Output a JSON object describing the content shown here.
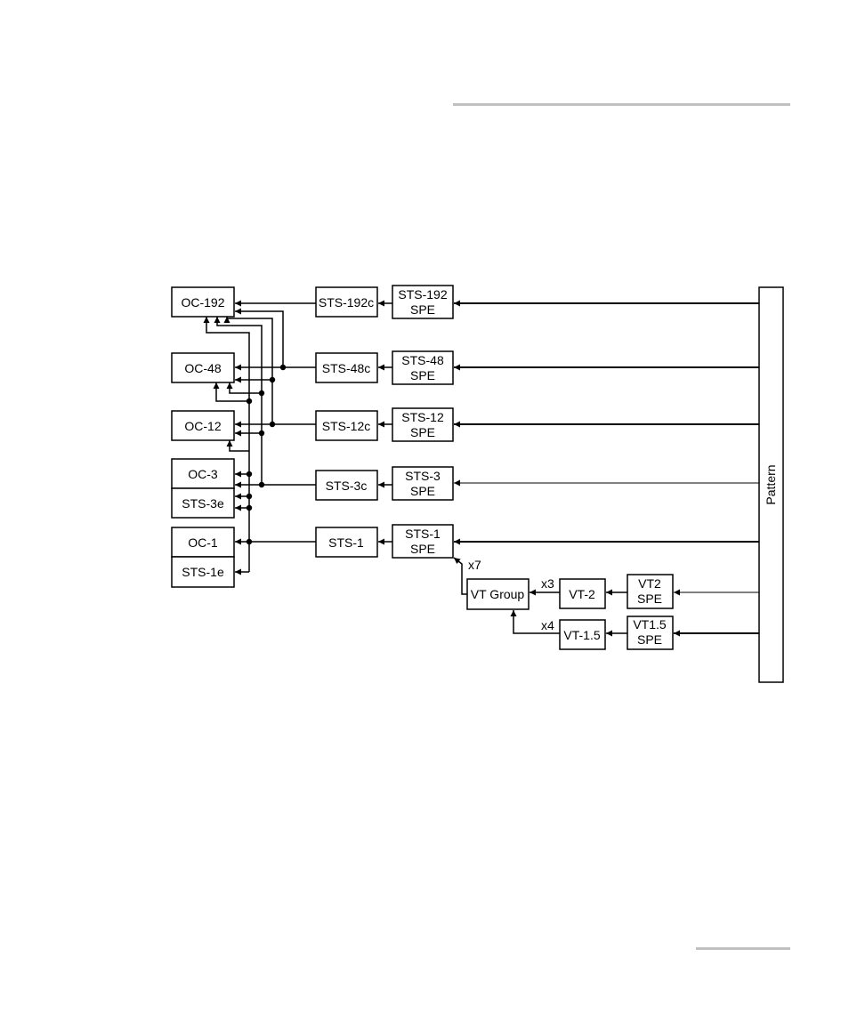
{
  "boxes": {
    "oc192": "OC-192",
    "oc48": "OC-48",
    "oc12": "OC-12",
    "oc3": "OC-3",
    "sts3e": "STS-3e",
    "oc1": "OC-1",
    "sts1e": "STS-1e",
    "sts192c": "STS-192c",
    "sts48c": "STS-48c",
    "sts12c": "STS-12c",
    "sts3c": "STS-3c",
    "sts1": "STS-1",
    "spe192": [
      "STS-192",
      "SPE"
    ],
    "spe48": [
      "STS-48",
      "SPE"
    ],
    "spe12": [
      "STS-12",
      "SPE"
    ],
    "spe3": [
      "STS-3",
      "SPE"
    ],
    "spe1": [
      "STS-1",
      "SPE"
    ],
    "vt_group": "VT Group",
    "vt2": "VT-2",
    "vt15": "VT-1.5",
    "vt2_spe": [
      "VT2",
      "SPE"
    ],
    "vt15_spe": [
      "VT1.5",
      "SPE"
    ],
    "pattern": "Pattern"
  },
  "multipliers": {
    "x7": "x7",
    "x3": "x3",
    "x4": "x4"
  },
  "colors": {
    "rule": "#c0c0c0",
    "line": "#000000"
  }
}
